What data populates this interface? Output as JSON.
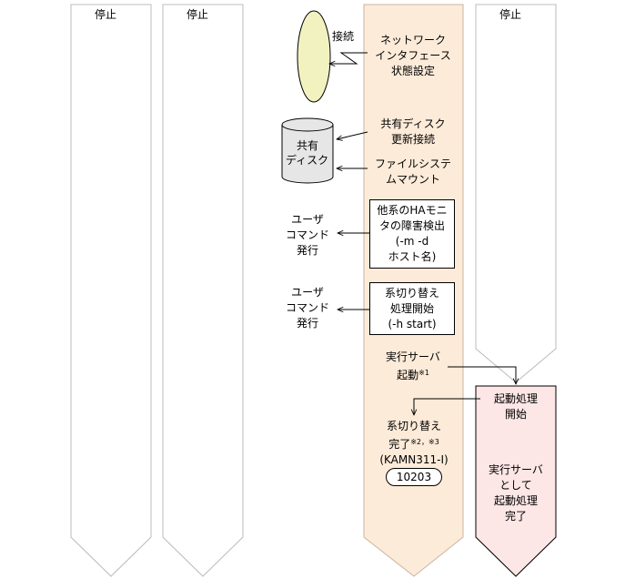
{
  "columns": {
    "col1_status": "停止",
    "col2_status": "停止",
    "col5_status": "停止"
  },
  "colors": {
    "active_lane": "#fdebd9",
    "standby_start": "#fde6e6",
    "disk_fill": "#e6e6e6",
    "nic_fill": "#f2f2c0",
    "stroke": "#000000",
    "lane_stroke": "#bbbbbb"
  },
  "nic": {
    "label": "接続"
  },
  "disk": {
    "line1": "共有",
    "line2": "ディスク"
  },
  "steps": {
    "nic_setup": [
      "ネットワーク",
      "インタフェース",
      "状態設定"
    ],
    "disk_update": [
      "共有ディスク",
      "更新接続"
    ],
    "fs_mount": [
      "ファイルシステ",
      "ムマウント"
    ],
    "ha_monitor": [
      "他系のHAモニ",
      "タの障害検出",
      "(-m -d",
      "ホスト名)"
    ],
    "switch_start": [
      "系切り替え",
      "処理開始",
      "(-h start)"
    ],
    "exec_server_start": [
      "実行サーバ",
      "起動"
    ],
    "exec_server_start_note": "※1",
    "switch_done_line1": "系切り替え",
    "switch_done_line2": "完了",
    "switch_done_note": "※2，※3",
    "switch_done_msg": "(KAMN311-I)",
    "switch_done_code": "10203"
  },
  "user_cmd1": [
    "ユーザ",
    "コマンド",
    "発行"
  ],
  "user_cmd2": [
    "ユーザ",
    "コマンド",
    "発行"
  ],
  "standby": {
    "start": [
      "起動処理",
      "開始"
    ],
    "done": [
      "実行サーバ",
      "として",
      "起動処理",
      "完了"
    ]
  }
}
